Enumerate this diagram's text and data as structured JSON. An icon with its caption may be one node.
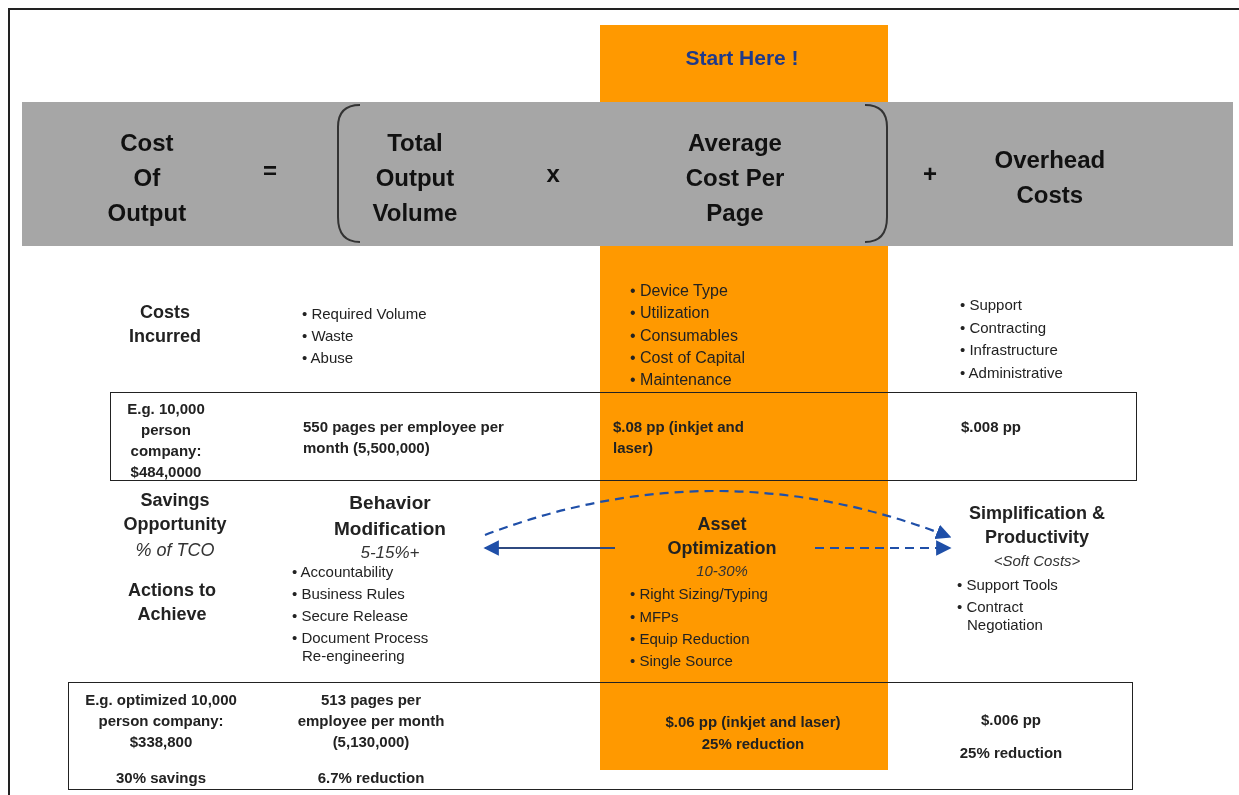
{
  "diagram": {
    "nodes": [
      {
        "text": [
          "Cost Of Output",
          "=",
          "Total Output Volume",
          "x",
          "Average Cost Per Page",
          "+",
          "Overhead Costs"
        ]
      },
      {
        "text": [
          "• Device Type",
          "• Utilization",
          "• Consumables",
          "• Cost of Capital",
          "• Maintenance"
        ]
      },
      {
        "text": [
          "E.g. 10,000 person company: $484,0000",
          "550 pages per employee per month (5,500,000)",
          "$.08 pp (inkjet and laser)",
          "$.008 pp"
        ]
      },
      {
        "text": [
          "Behavior Modification",
          "5-15%+",
          "• Accountability",
          "• Business Rules",
          "• Secure Release",
          "• Document Process Re-engineering"
        ]
      },
      {
        "text": [
          "Asset Optimization",
          "10-30%",
          "• Right Sizing/Typing",
          "• MFPs",
          "• Equip Reduction",
          "• Single Source"
        ],
        "in": 1
      },
      {
        "text": [
          "Simplification & Productivity",
          "<Soft Costs>",
          "• Support Tools",
          "• Contract Negotiation"
        ]
      },
      {
        "text": [
          "E.g. optimized 10,000 person company: $338,800",
          "30% savings",
          "513 pages per employee per month (5,130,000)",
          "6.7% reduction",
          "$.06 pp (inkjet and laser)",
          "25% reduction",
          "$.006 pp",
          "25% reduction"
        ]
      }
    ],
    "edges": [
      {
        "from": 4,
        "to": 3,
        "arrow": "to"
      },
      {
        "from": 3,
        "to": 5,
        "arrow": "to",
        "style": "dashed"
      },
      {
        "from": 4,
        "to": 5,
        "arrow": "to",
        "style": "dashed"
      }
    ],
    "labels": [
      "Start Here !",
      "Costs Incurred",
      "• Required Volume",
      "• Waste",
      "• Abuse",
      "• Support",
      "• Contracting",
      "• Infrastructure",
      "• Administrative",
      "Savings Opportunity",
      "% of TCO",
      "Actions to Achieve"
    ]
  }
}
